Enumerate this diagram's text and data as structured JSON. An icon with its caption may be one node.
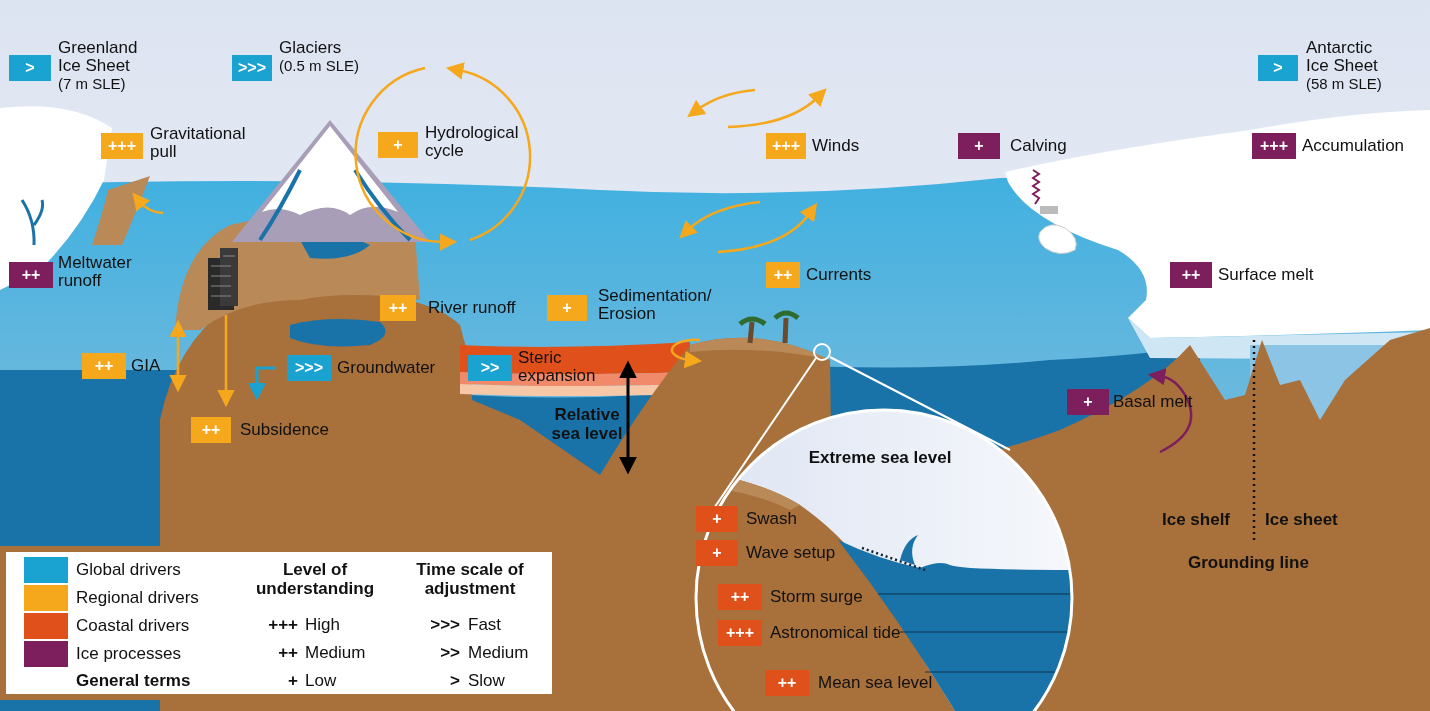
{
  "diagram": {
    "nodes": [
      {
        "text": [
          ">"
        ],
        "beside": [
          "Greenland Ice Sheet",
          "(7 m SLE)"
        ]
      },
      {
        "text": [
          ">>>"
        ],
        "beside": [
          "Glaciers",
          "(0.5 m SLE)"
        ]
      },
      {
        "text": [
          ">"
        ],
        "beside": [
          "Antarctic Ice Sheet",
          "(58 m SLE)"
        ]
      },
      {
        "text": [
          "+++"
        ],
        "beside": [
          "Gravitational pull"
        ]
      },
      {
        "text": [
          "+"
        ],
        "beside": [
          "Hydrological cycle"
        ]
      },
      {
        "text": [
          "+++"
        ],
        "beside": [
          "Winds"
        ]
      },
      {
        "text": [
          "+"
        ],
        "beside": [
          "Calving"
        ]
      },
      {
        "text": [
          "+++"
        ],
        "beside": [
          "Accumulation"
        ]
      },
      {
        "text": [
          "++"
        ],
        "beside": [
          "Meltwater runoff"
        ]
      },
      {
        "text": [
          "++"
        ],
        "beside": [
          "Currents"
        ]
      },
      {
        "text": [
          "++"
        ],
        "beside": [
          "Surface melt"
        ]
      },
      {
        "text": [
          "++"
        ],
        "beside": [
          "River runoff"
        ]
      },
      {
        "text": [
          "+"
        ],
        "beside": [
          "Sedimentation/ Erosion"
        ]
      },
      {
        "text": [
          "++"
        ],
        "beside": [
          "GIA"
        ]
      },
      {
        "text": [
          ">>>"
        ],
        "beside": [
          "Groundwater"
        ]
      },
      {
        "text": [
          ">>"
        ],
        "beside": [
          "Steric expansion"
        ]
      },
      {
        "text": [
          "+"
        ],
        "beside": [
          "Basal melt"
        ]
      },
      {
        "text": [
          "++"
        ],
        "beside": [
          "Subsidence"
        ]
      },
      {
        "text": [
          "+"
        ],
        "beside": [
          "Swash"
        ]
      },
      {
        "text": [
          "+"
        ],
        "beside": [
          "Wave setup"
        ]
      },
      {
        "text": [
          "++"
        ],
        "beside": [
          "Storm surge"
        ]
      },
      {
        "text": [
          "+++"
        ],
        "beside": [
          "Astronomical tide"
        ]
      },
      {
        "text": [
          "++"
        ],
        "beside": [
          "Mean sea level"
        ]
      }
    ],
    "labels": [
      "Relative sea level",
      "Extreme sea level",
      "Ice shelf",
      "Ice sheet",
      "Grounding line",
      "Level of understanding",
      "Time scale of adjustment",
      "+++",
      "High",
      ">>>",
      "Fast",
      "++",
      "Medium",
      ">>",
      "Medium",
      "General terms",
      "+",
      "Low",
      ">",
      "Slow"
    ],
    "legend": [
      {
        "text": "Global drivers",
        "color": "#1aa3d0"
      },
      {
        "text": "Regional drivers",
        "color": "#f5a81c"
      },
      {
        "text": "Coastal drivers",
        "color": "#e0501b"
      },
      {
        "text": "Ice processes",
        "color": "#7e1f5d"
      }
    ]
  }
}
